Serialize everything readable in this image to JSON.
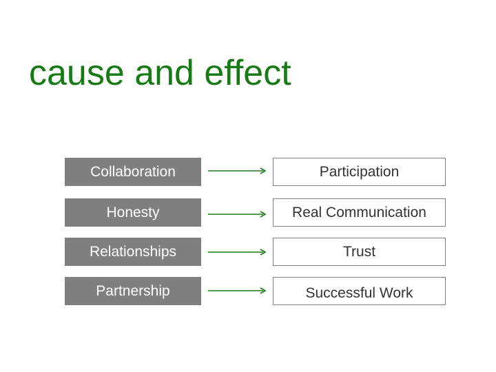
{
  "title": "cause and effect",
  "colors": {
    "accent": "#187a14",
    "cause_fill": "#7f7f7f"
  },
  "rows": [
    {
      "cause": "Collaboration",
      "effect": "Participation"
    },
    {
      "cause": "Honesty",
      "effect": "Real Communication"
    },
    {
      "cause": "Relationships",
      "effect": "Trust"
    },
    {
      "cause": "Partnership",
      "effect": "Successful Work"
    }
  ]
}
